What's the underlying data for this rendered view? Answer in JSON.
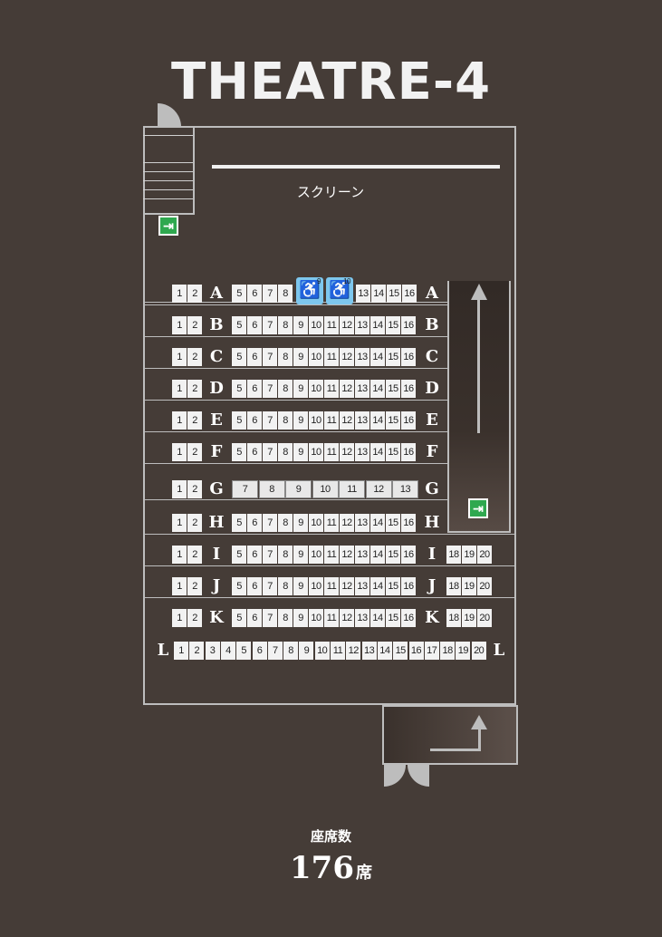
{
  "title": "THEATRE-4",
  "screen_label": "スクリーン",
  "exit_icon": "emergency-exit-icon",
  "wheelchair_icon": "wheelchair-icon",
  "accessible_seats": [
    "9",
    "10"
  ],
  "rows": [
    {
      "label": "A",
      "left": [
        "1",
        "2"
      ],
      "center": [
        "5",
        "6",
        "7",
        "8",
        "9",
        "10",
        "13",
        "14",
        "15",
        "16"
      ],
      "right": []
    },
    {
      "label": "B",
      "left": [
        "1",
        "2"
      ],
      "center": [
        "5",
        "6",
        "7",
        "8",
        "9",
        "10",
        "11",
        "12",
        "13",
        "14",
        "15",
        "16"
      ],
      "right": []
    },
    {
      "label": "C",
      "left": [
        "1",
        "2"
      ],
      "center": [
        "5",
        "6",
        "7",
        "8",
        "9",
        "10",
        "11",
        "12",
        "13",
        "14",
        "15",
        "16"
      ],
      "right": []
    },
    {
      "label": "D",
      "left": [
        "1",
        "2"
      ],
      "center": [
        "5",
        "6",
        "7",
        "8",
        "9",
        "10",
        "11",
        "12",
        "13",
        "14",
        "15",
        "16"
      ],
      "right": []
    },
    {
      "label": "E",
      "left": [
        "1",
        "2"
      ],
      "center": [
        "5",
        "6",
        "7",
        "8",
        "9",
        "10",
        "11",
        "12",
        "13",
        "14",
        "15",
        "16"
      ],
      "right": []
    },
    {
      "label": "F",
      "left": [
        "1",
        "2"
      ],
      "center": [
        "5",
        "6",
        "7",
        "8",
        "9",
        "10",
        "11",
        "12",
        "13",
        "14",
        "15",
        "16"
      ],
      "right": []
    },
    {
      "label": "G",
      "left": [
        "1",
        "2"
      ],
      "center": [
        "7",
        "8",
        "9",
        "10",
        "11",
        "12",
        "13"
      ],
      "right": []
    },
    {
      "label": "H",
      "left": [
        "1",
        "2"
      ],
      "center": [
        "5",
        "6",
        "7",
        "8",
        "9",
        "10",
        "11",
        "12",
        "13",
        "14",
        "15",
        "16"
      ],
      "right": []
    },
    {
      "label": "I",
      "left": [
        "1",
        "2"
      ],
      "center": [
        "5",
        "6",
        "7",
        "8",
        "9",
        "10",
        "11",
        "12",
        "13",
        "14",
        "15",
        "16"
      ],
      "right": [
        "18",
        "19",
        "20"
      ]
    },
    {
      "label": "J",
      "left": [
        "1",
        "2"
      ],
      "center": [
        "5",
        "6",
        "7",
        "8",
        "9",
        "10",
        "11",
        "12",
        "13",
        "14",
        "15",
        "16"
      ],
      "right": [
        "18",
        "19",
        "20"
      ]
    },
    {
      "label": "K",
      "left": [
        "1",
        "2"
      ],
      "center": [
        "5",
        "6",
        "7",
        "8",
        "9",
        "10",
        "11",
        "12",
        "13",
        "14",
        "15",
        "16"
      ],
      "right": [
        "18",
        "19",
        "20"
      ]
    },
    {
      "label": "L",
      "left": [],
      "center": [
        "1",
        "2",
        "3",
        "4",
        "5",
        "6",
        "7",
        "8",
        "9",
        "10",
        "11",
        "12",
        "13",
        "14",
        "15",
        "16",
        "17",
        "18",
        "19",
        "20"
      ],
      "right": []
    }
  ],
  "seat_count": {
    "label": "座席数",
    "value": "176",
    "unit": "席"
  }
}
